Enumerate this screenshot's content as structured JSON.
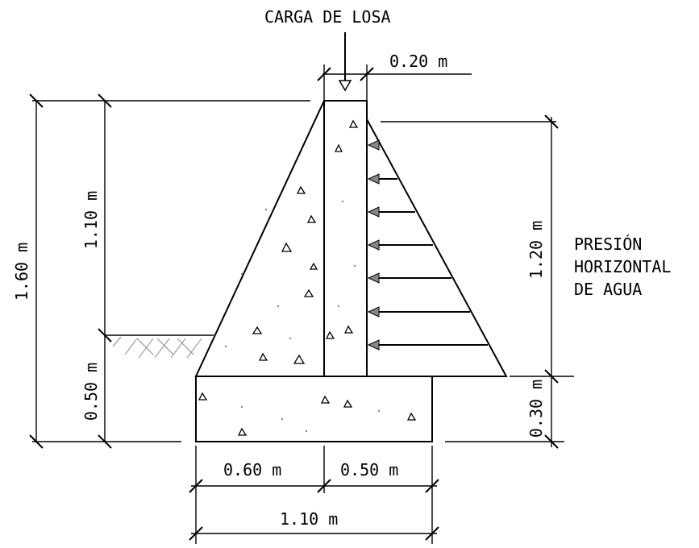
{
  "labels": {
    "load": "CARGA DE LOSA",
    "pressure_line1": "PRESIÓN",
    "pressure_line2": "HORIZONTAL",
    "pressure_line3": "DE AGUA"
  },
  "dimensions": {
    "top_width": "0.20 m",
    "total_height": "1.60 m",
    "upper_height": "1.10 m",
    "lower_height": "0.50 m",
    "water_height": "1.20 m",
    "base_thickness": "0.30 m",
    "left_base": "0.60 m",
    "right_base": "0.50 m",
    "total_base": "1.10 m"
  }
}
